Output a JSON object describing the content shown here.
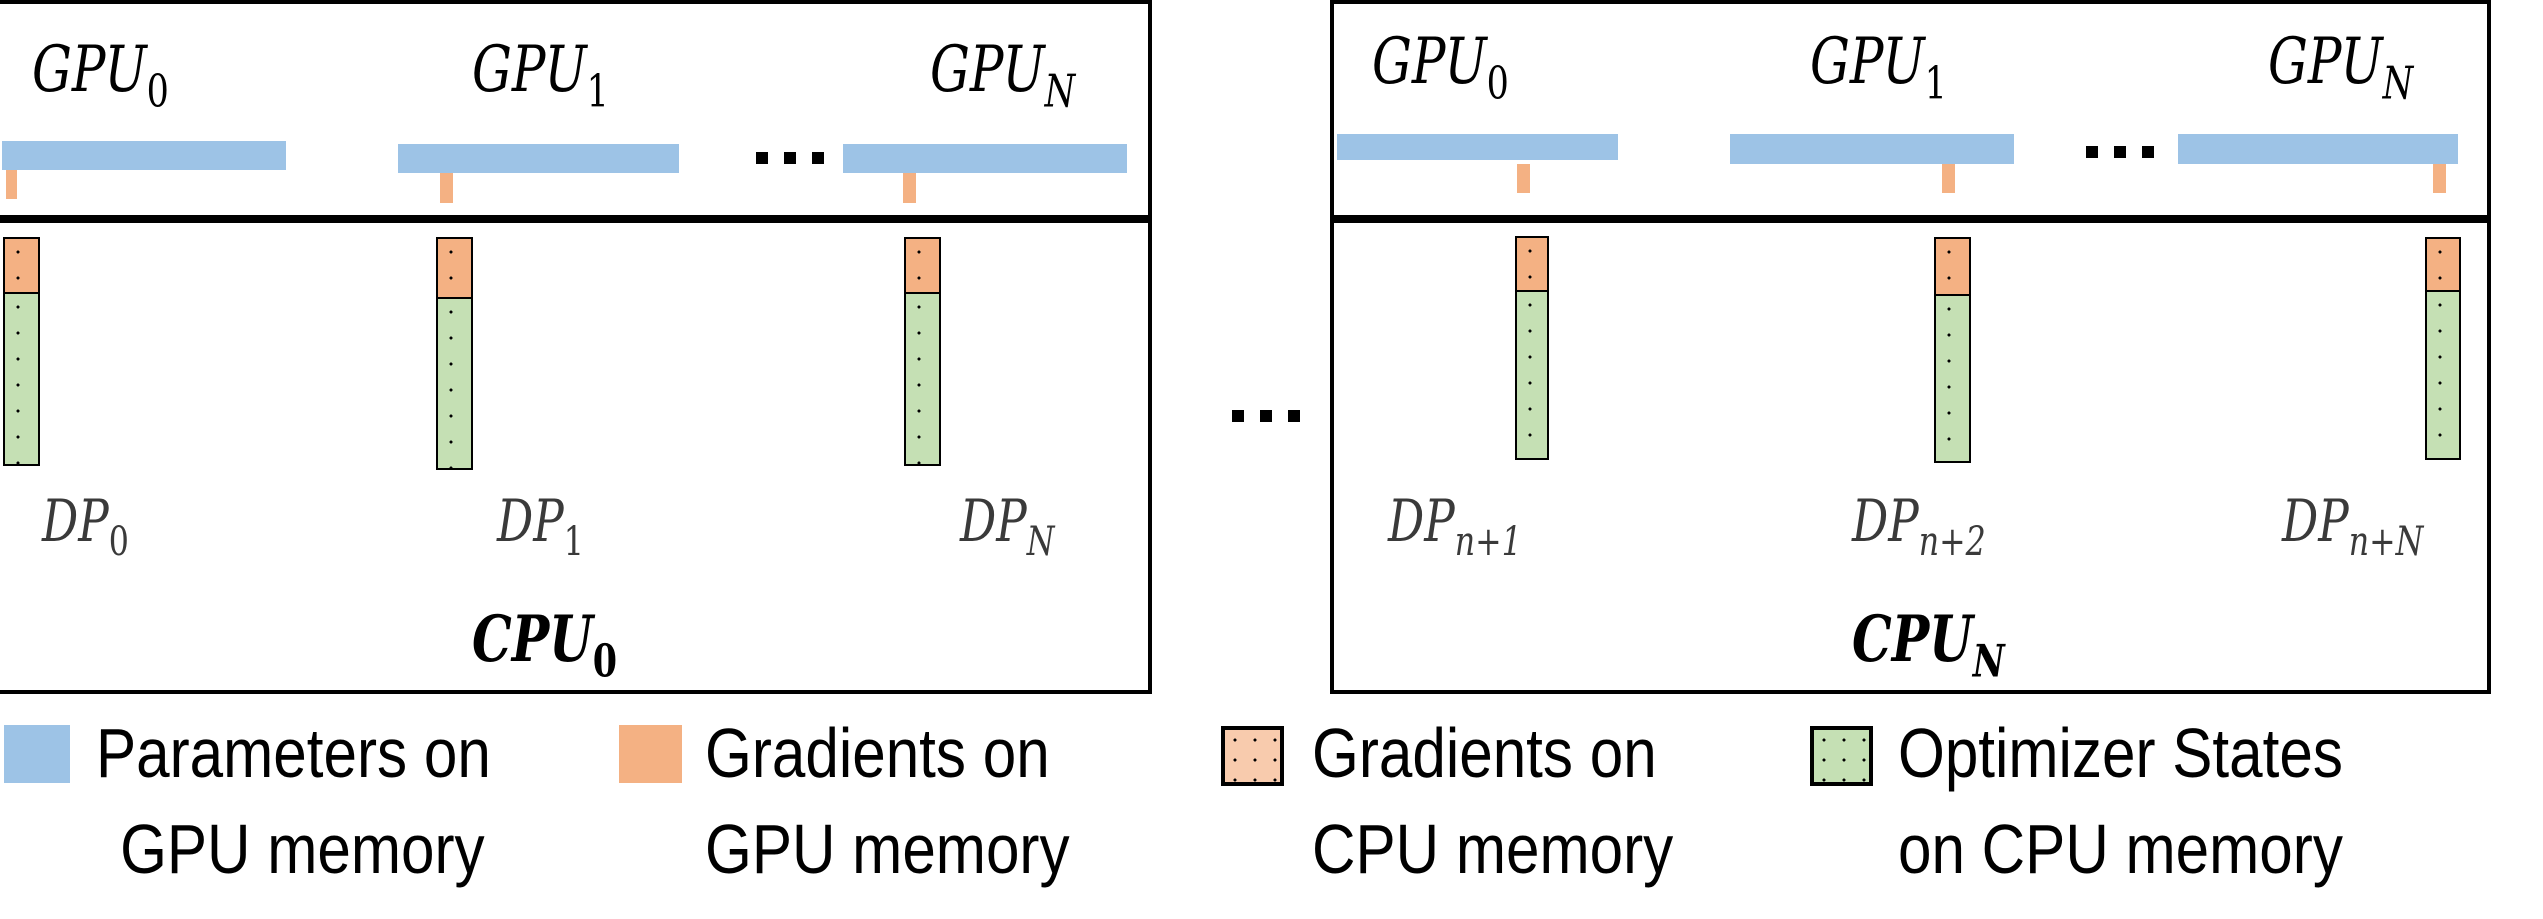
{
  "colors": {
    "parameters_gpu": "#9dc3e6",
    "gradients_gpu": "#f4b183",
    "gradients_cpu": "#f4b183",
    "optimizer_cpu": "#c5e0b4",
    "border": "#000000"
  },
  "nodes": [
    {
      "cpu": {
        "base": "CPU",
        "sub": "0"
      },
      "gpus": [
        {
          "base": "GPU",
          "sub": "0"
        },
        {
          "base": "GPU",
          "sub": "1"
        },
        {
          "base": "GPU",
          "sub": "N"
        }
      ],
      "dps": [
        {
          "base": "DP",
          "sub": "0"
        },
        {
          "base": "DP",
          "sub": "1"
        },
        {
          "base": "DP",
          "sub": "N"
        }
      ]
    },
    {
      "cpu": {
        "base": "CPU",
        "sub": "N"
      },
      "gpus": [
        {
          "base": "GPU",
          "sub": "0"
        },
        {
          "base": "GPU",
          "sub": "1"
        },
        {
          "base": "GPU",
          "sub": "N"
        }
      ],
      "dps": [
        {
          "base": "DP",
          "sub": "n+1"
        },
        {
          "base": "DP",
          "sub": "n+2"
        },
        {
          "base": "DP",
          "sub": "n+N"
        }
      ]
    }
  ],
  "legend": [
    {
      "line1": "Parameters on",
      "line2": "GPU memory"
    },
    {
      "line1": "Gradients on",
      "line2": "GPU memory"
    },
    {
      "line1": "Gradients on",
      "line2": "CPU memory"
    },
    {
      "line1": "Optimizer States",
      "line2": "on CPU memory"
    }
  ]
}
